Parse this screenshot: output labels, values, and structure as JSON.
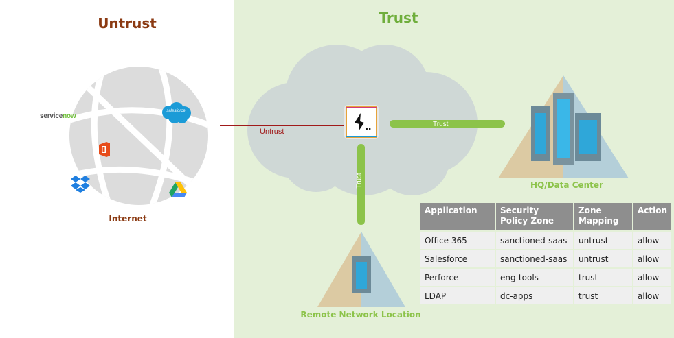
{
  "zones": {
    "untrust_title": "Untrust",
    "trust_title": "Trust"
  },
  "internet": {
    "label": "Internet",
    "services": {
      "servicenow_prefix": "service",
      "servicenow_suffix": "now",
      "salesforce": "salesforce"
    }
  },
  "links": {
    "untrust_label": "Untrust",
    "trust_horizontal_label": "Trust",
    "trust_vertical_label": "Trust"
  },
  "sites": {
    "hq_label": "HQ/Data Center",
    "remote_label": "Remote Network Location"
  },
  "policy_table": {
    "headers": [
      "Application",
      "Security Policy Zone",
      "Zone Mapping",
      "Action"
    ],
    "rows": [
      [
        "Office 365",
        "sanctioned-saas",
        "untrust",
        "allow"
      ],
      [
        "Salesforce",
        "sanctioned-saas",
        "untrust",
        "allow"
      ],
      [
        "Perforce",
        "eng-tools",
        "trust",
        "allow"
      ],
      [
        "LDAP",
        "dc-apps",
        "trust",
        "allow"
      ]
    ]
  },
  "colors": {
    "untrust_brown": "#8b3a12",
    "trust_green": "#6fae3c",
    "trust_zone_bg": "#e4f0d8",
    "untrust_link_red": "#a01a1a",
    "trust_link_green": "#8cc34a"
  }
}
